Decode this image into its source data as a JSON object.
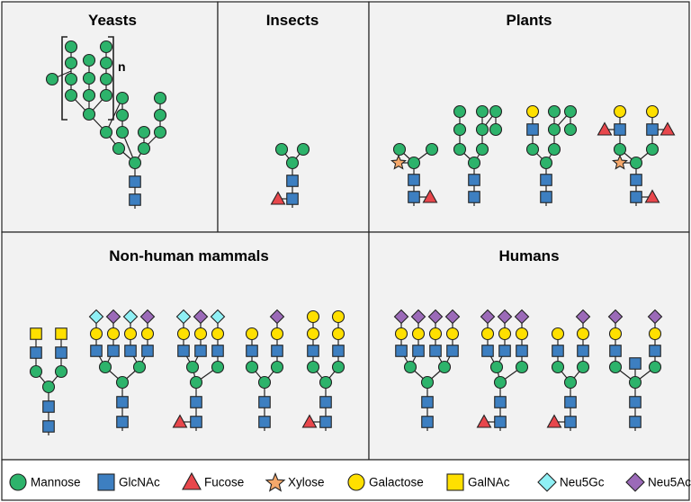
{
  "colors": {
    "mannose": "#2db36b",
    "glcnac": "#3d7fc1",
    "fucose": "#e8474c",
    "xylose": "#f5a86b",
    "galactose": "#ffe000",
    "galnac": "#ffe000",
    "neu5gc": "#8ff0f5",
    "neu5ac": "#9b6ab8",
    "panel_bg": "#f2f2f2"
  },
  "panels": {
    "yeasts": {
      "title": "Yeasts",
      "repeat_label": "n"
    },
    "insects": {
      "title": "Insects"
    },
    "plants": {
      "title": "Plants"
    },
    "nonhuman": {
      "title": "Non-human mammals"
    },
    "humans": {
      "title": "Humans"
    }
  },
  "legend": {
    "items": [
      {
        "shape": "circle",
        "icon": "mannose-circle-icon",
        "color": "#2db36b",
        "label": "Mannose"
      },
      {
        "shape": "square",
        "icon": "glcnac-square-icon",
        "color": "#3d7fc1",
        "label": "GlcNAc"
      },
      {
        "shape": "triangle",
        "icon": "fucose-triangle-icon",
        "color": "#e8474c",
        "label": "Fucose"
      },
      {
        "shape": "star",
        "icon": "xylose-star-icon",
        "color": "#f5a86b",
        "label": "Xylose"
      },
      {
        "shape": "circle",
        "icon": "galactose-circle-icon",
        "color": "#ffe000",
        "label": "Galactose"
      },
      {
        "shape": "square",
        "icon": "galnac-square-icon",
        "color": "#ffe000",
        "label": "GalNAc"
      },
      {
        "shape": "diamond",
        "icon": "neu5gc-diamond-icon",
        "color": "#8ff0f5",
        "label": "Neu5Gc"
      },
      {
        "shape": "diamond",
        "icon": "neu5ac-diamond-icon",
        "color": "#9b6ab8",
        "label": "Neu5Ac"
      }
    ]
  }
}
